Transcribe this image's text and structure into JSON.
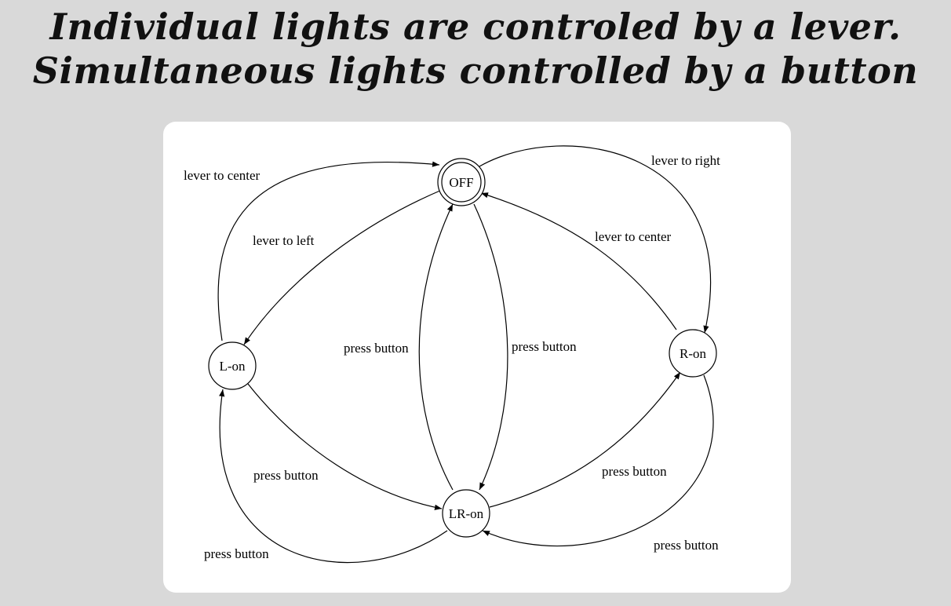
{
  "title": {
    "line1": "Individual lights are controled by a lever.",
    "line2": "Simultaneous lights controlled by a button"
  },
  "diagram": {
    "states": {
      "off": "OFF",
      "l_on": "L-on",
      "r_on": "R-on",
      "lr_on": "LR-on"
    },
    "transitions": {
      "l_on_to_off": "lever to center",
      "off_to_l_on": "lever to left",
      "off_to_r_on": "lever to right",
      "r_on_to_off": "lever to center",
      "lr_on_to_off": "press button",
      "off_to_lr_on": "press button",
      "l_on_to_lr_on": "press button",
      "lr_on_to_l_on": "press button",
      "lr_on_to_r_on": "press button",
      "r_on_to_lr_on": "press button"
    }
  }
}
